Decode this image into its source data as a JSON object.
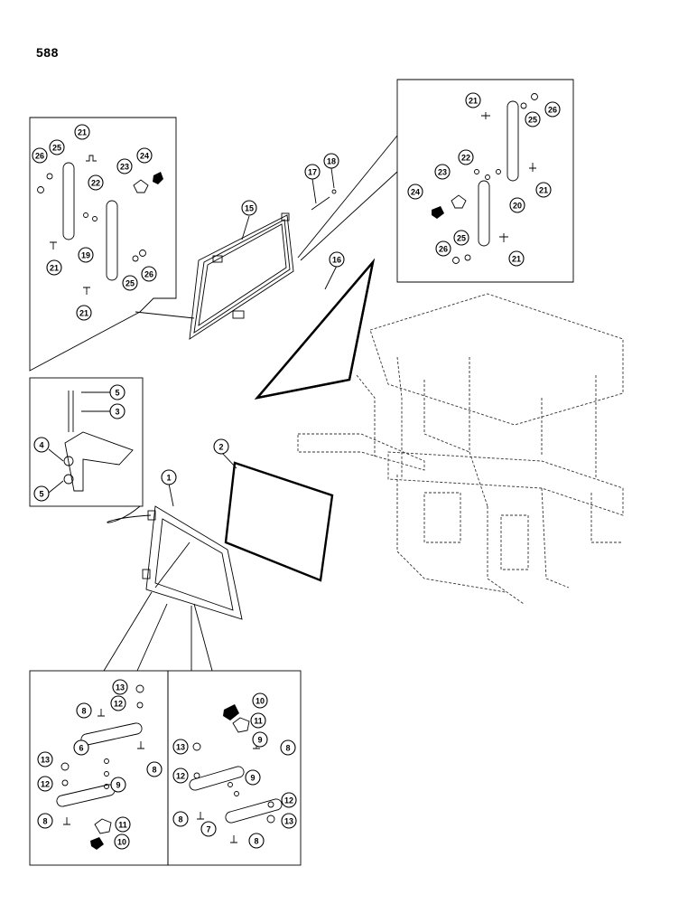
{
  "page_number": "588",
  "callouts": {
    "main": [
      {
        "id": "c15",
        "label": "15"
      },
      {
        "id": "c16",
        "label": "16"
      },
      {
        "id": "c17",
        "label": "17"
      },
      {
        "id": "c18",
        "label": "18"
      },
      {
        "id": "c1",
        "label": "1"
      },
      {
        "id": "c2",
        "label": "2"
      }
    ],
    "top_left_inset": [
      {
        "id": "tl21a",
        "label": "21"
      },
      {
        "id": "tl25",
        "label": "25"
      },
      {
        "id": "tl26a",
        "label": "26"
      },
      {
        "id": "tl24",
        "label": "24"
      },
      {
        "id": "tl23",
        "label": "23"
      },
      {
        "id": "tl22",
        "label": "22"
      },
      {
        "id": "tl19",
        "label": "19"
      },
      {
        "id": "tl21b",
        "label": "21"
      },
      {
        "id": "tl26b",
        "label": "26"
      },
      {
        "id": "tl25b",
        "label": "25"
      },
      {
        "id": "tl21c",
        "label": "21"
      }
    ],
    "top_right_inset": [
      {
        "id": "tr21a",
        "label": "21"
      },
      {
        "id": "tr25a",
        "label": "25"
      },
      {
        "id": "tr26a",
        "label": "26"
      },
      {
        "id": "tr22",
        "label": "22"
      },
      {
        "id": "tr23",
        "label": "23"
      },
      {
        "id": "tr24",
        "label": "24"
      },
      {
        "id": "tr20",
        "label": "20"
      },
      {
        "id": "tr21b",
        "label": "21"
      },
      {
        "id": "tr26b",
        "label": "26"
      },
      {
        "id": "tr25b",
        "label": "25"
      },
      {
        "id": "tr21c",
        "label": "21"
      }
    ],
    "hinge_inset": [
      {
        "id": "h5a",
        "label": "5"
      },
      {
        "id": "h3",
        "label": "3"
      },
      {
        "id": "h4",
        "label": "4"
      },
      {
        "id": "h5b",
        "label": "5"
      }
    ],
    "bottom_left_inset": [
      {
        "id": "bl13a",
        "label": "13"
      },
      {
        "id": "bl8a",
        "label": "8"
      },
      {
        "id": "bl12a",
        "label": "12"
      },
      {
        "id": "bl6",
        "label": "6"
      },
      {
        "id": "bl8b",
        "label": "8"
      },
      {
        "id": "bl13b",
        "label": "13"
      },
      {
        "id": "bl9",
        "label": "9"
      },
      {
        "id": "bl12b",
        "label": "12"
      },
      {
        "id": "bl8c",
        "label": "8"
      },
      {
        "id": "bl11",
        "label": "11"
      },
      {
        "id": "bl10",
        "label": "10"
      }
    ],
    "bottom_right_inset": [
      {
        "id": "br10",
        "label": "10"
      },
      {
        "id": "br11",
        "label": "11"
      },
      {
        "id": "br13a",
        "label": "13"
      },
      {
        "id": "br9a",
        "label": "9"
      },
      {
        "id": "br8a",
        "label": "8"
      },
      {
        "id": "br12a",
        "label": "12"
      },
      {
        "id": "br9b",
        "label": "9"
      },
      {
        "id": "br12b",
        "label": "12"
      },
      {
        "id": "br8b",
        "label": "8"
      },
      {
        "id": "br7",
        "label": "7"
      },
      {
        "id": "br13b",
        "label": "13"
      },
      {
        "id": "br8c",
        "label": "8"
      }
    ]
  }
}
